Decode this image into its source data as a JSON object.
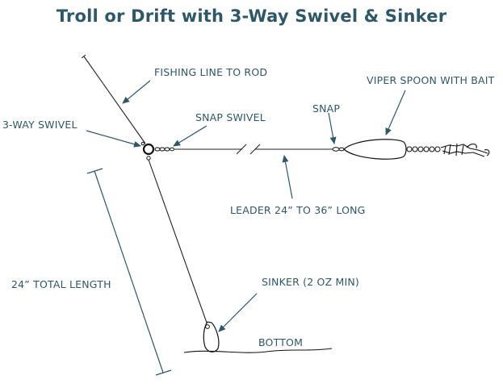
{
  "title": "Troll or Drift with 3-Way Swivel & Sinker",
  "labels": {
    "fishing_line": "FISHING LINE TO ROD",
    "viper_spoon": "VIPER SPOON WITH BAIT",
    "three_way_swivel": "3-WAY SWIVEL",
    "snap_swivel": "SNAP SWIVEL",
    "snap": "SNAP",
    "leader": "LEADER 24” TO 36” LONG",
    "total_length": "24” TOTAL LENGTH",
    "sinker": "SINKER (2 OZ MIN)",
    "bottom": "BOTTOM"
  },
  "colors": {
    "label": "#2e5768",
    "line": "#222222"
  }
}
